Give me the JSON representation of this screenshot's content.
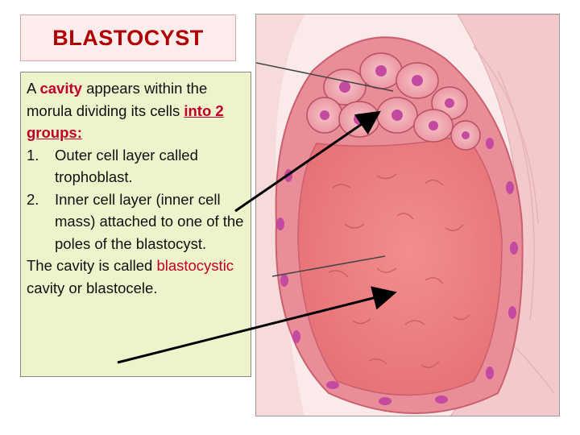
{
  "title": "BLASTOCYST",
  "intro": {
    "part1": "A ",
    "cavity_word": "cavity",
    "part2": " appears within the morula dividing its cells ",
    "groups_text": "into 2 groups:"
  },
  "list": [
    {
      "num": "1.",
      "text": "Outer cell layer called trophoblast."
    },
    {
      "num": "2.",
      "text": "Inner cell layer (inner cell mass) attached to one of the poles of the blastocyst."
    }
  ],
  "closing": {
    "part1": "The cavity is called ",
    "red_word": "blastocystic",
    "part2": " cavity  or blastocele."
  },
  "colors": {
    "title_red": "#b00000",
    "highlight_red": "#c0002a",
    "text_box_bg": "#eff3cc",
    "cell_fill": "#e98e99",
    "nucleus": "#c34aa0"
  }
}
